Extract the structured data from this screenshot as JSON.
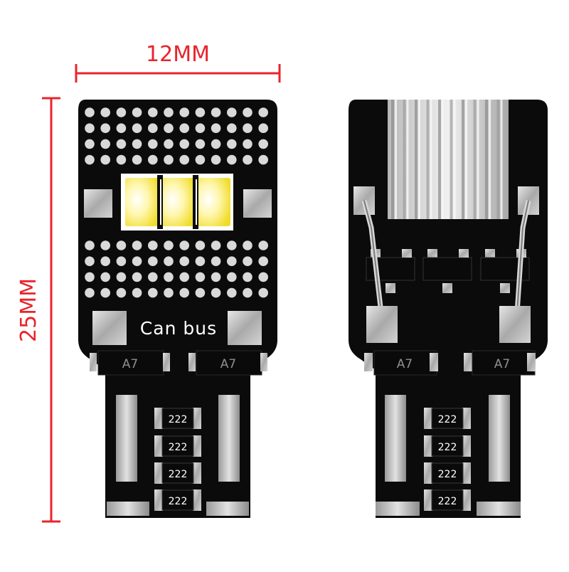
{
  "dimensions": {
    "width_label": "12MM",
    "height_label": "25MM",
    "color": "#e8242b"
  },
  "front_board": {
    "label": "Can bus",
    "diode_marking": "A7",
    "resistor_marking": "222",
    "led_color": "#f2e33b",
    "led_center_color": "#ffffff",
    "led_count": 3,
    "resistor_count": 4,
    "diode_count": 2
  },
  "back_board": {
    "diode_marking": "A7",
    "resistor_marking": "222",
    "resistor_count": 4,
    "diode_count": 2
  },
  "colors": {
    "pcb": "#0b0b0b",
    "pad": "#bfbfbf",
    "dot": "#d9d9d9",
    "heatsink": "#cfcfcf"
  }
}
